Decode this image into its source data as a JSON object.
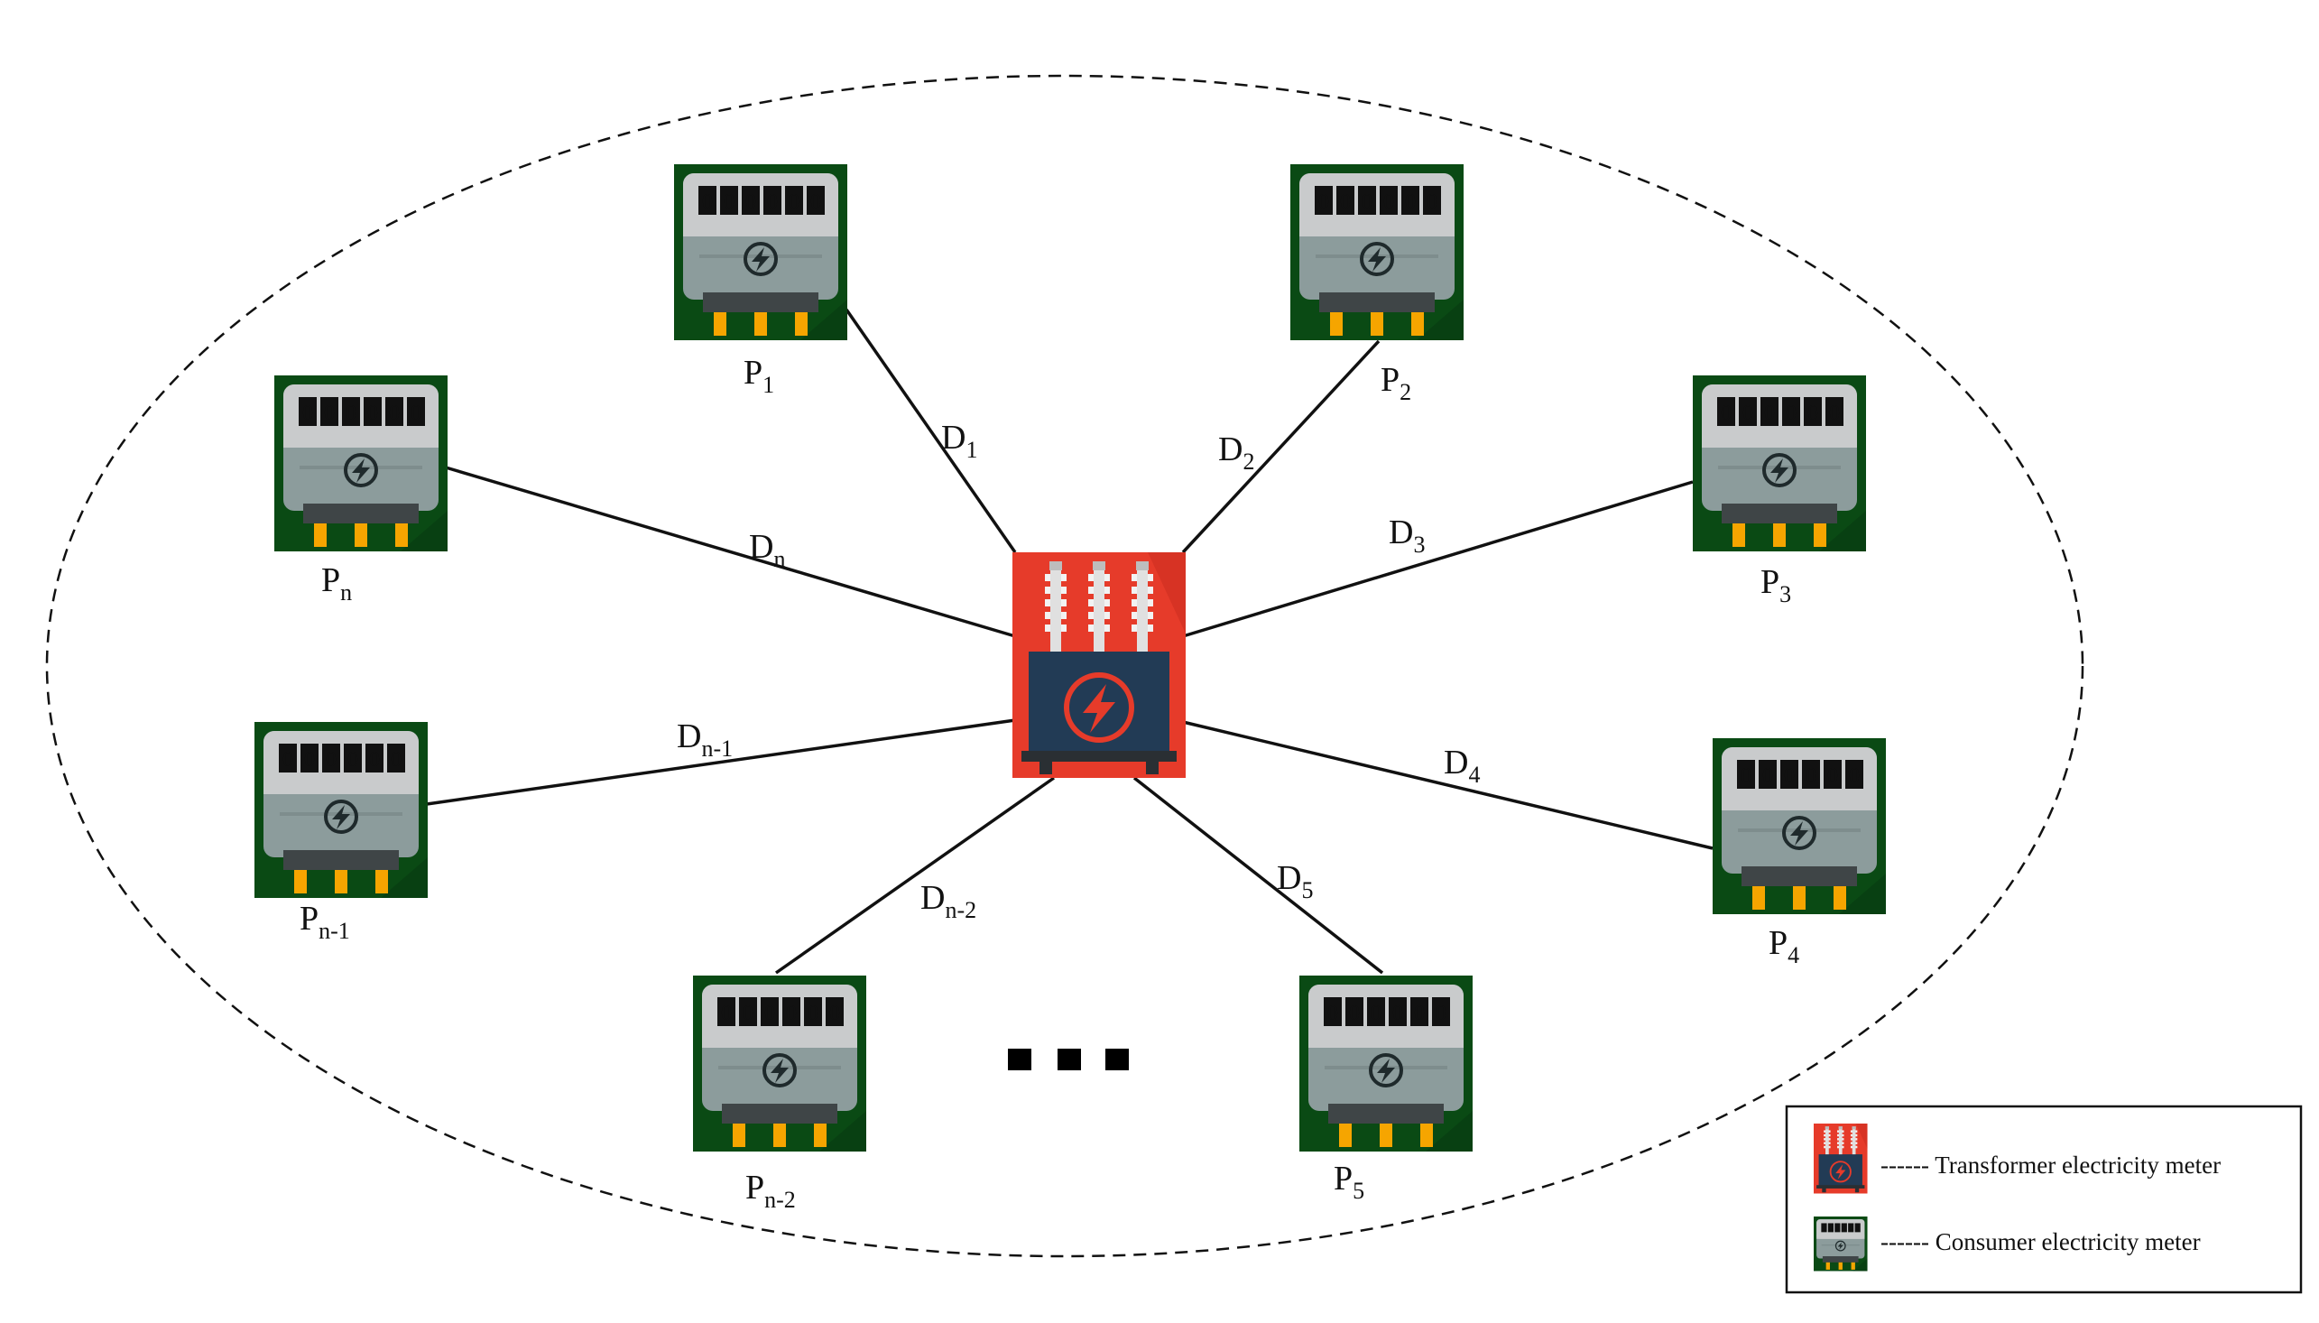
{
  "colors": {
    "meter_bg": "#0a4a14",
    "meter_face": "#c9cbcc",
    "meter_body": "#8c9c9c",
    "meter_dark": "#3f4547",
    "meter_pins": "#f6a500",
    "transformer_bg": "#e63b2a",
    "transformer_body": "#223b55",
    "insulator": "#f2f2f2",
    "digit_red": "#ff3b2f"
  },
  "meter_digits": [
    "0",
    "0",
    "0",
    "0",
    "0",
    "0"
  ],
  "transformer": {
    "icon": "lightning-bolt-icon"
  },
  "consumers": [
    {
      "id": "p1",
      "label": "P",
      "sub": "1",
      "line": {
        "label": "D",
        "sub": "1"
      }
    },
    {
      "id": "p2",
      "label": "P",
      "sub": "2",
      "line": {
        "label": "D",
        "sub": "2"
      }
    },
    {
      "id": "p3",
      "label": "P",
      "sub": "3",
      "line": {
        "label": "D",
        "sub": "3"
      }
    },
    {
      "id": "p4",
      "label": "P",
      "sub": "4",
      "line": {
        "label": "D",
        "sub": "4"
      }
    },
    {
      "id": "p5",
      "label": "P",
      "sub": "5",
      "line": {
        "label": "D",
        "sub": "5"
      }
    },
    {
      "id": "pn2",
      "label": "P",
      "sub": "n-2",
      "line": {
        "label": "D",
        "sub": "n-2"
      }
    },
    {
      "id": "pn1",
      "label": "P",
      "sub": "n-1",
      "line": {
        "label": "D",
        "sub": "n-1"
      }
    },
    {
      "id": "pn",
      "label": "P",
      "sub": "n",
      "line": {
        "label": "D",
        "sub": "n"
      }
    }
  ],
  "ellipsis": "...",
  "legend": {
    "items": [
      {
        "icon": "transformer-meter-icon",
        "text": "------ Transformer electricity meter"
      },
      {
        "icon": "consumer-meter-icon",
        "text": "------ Consumer electricity meter"
      }
    ]
  }
}
